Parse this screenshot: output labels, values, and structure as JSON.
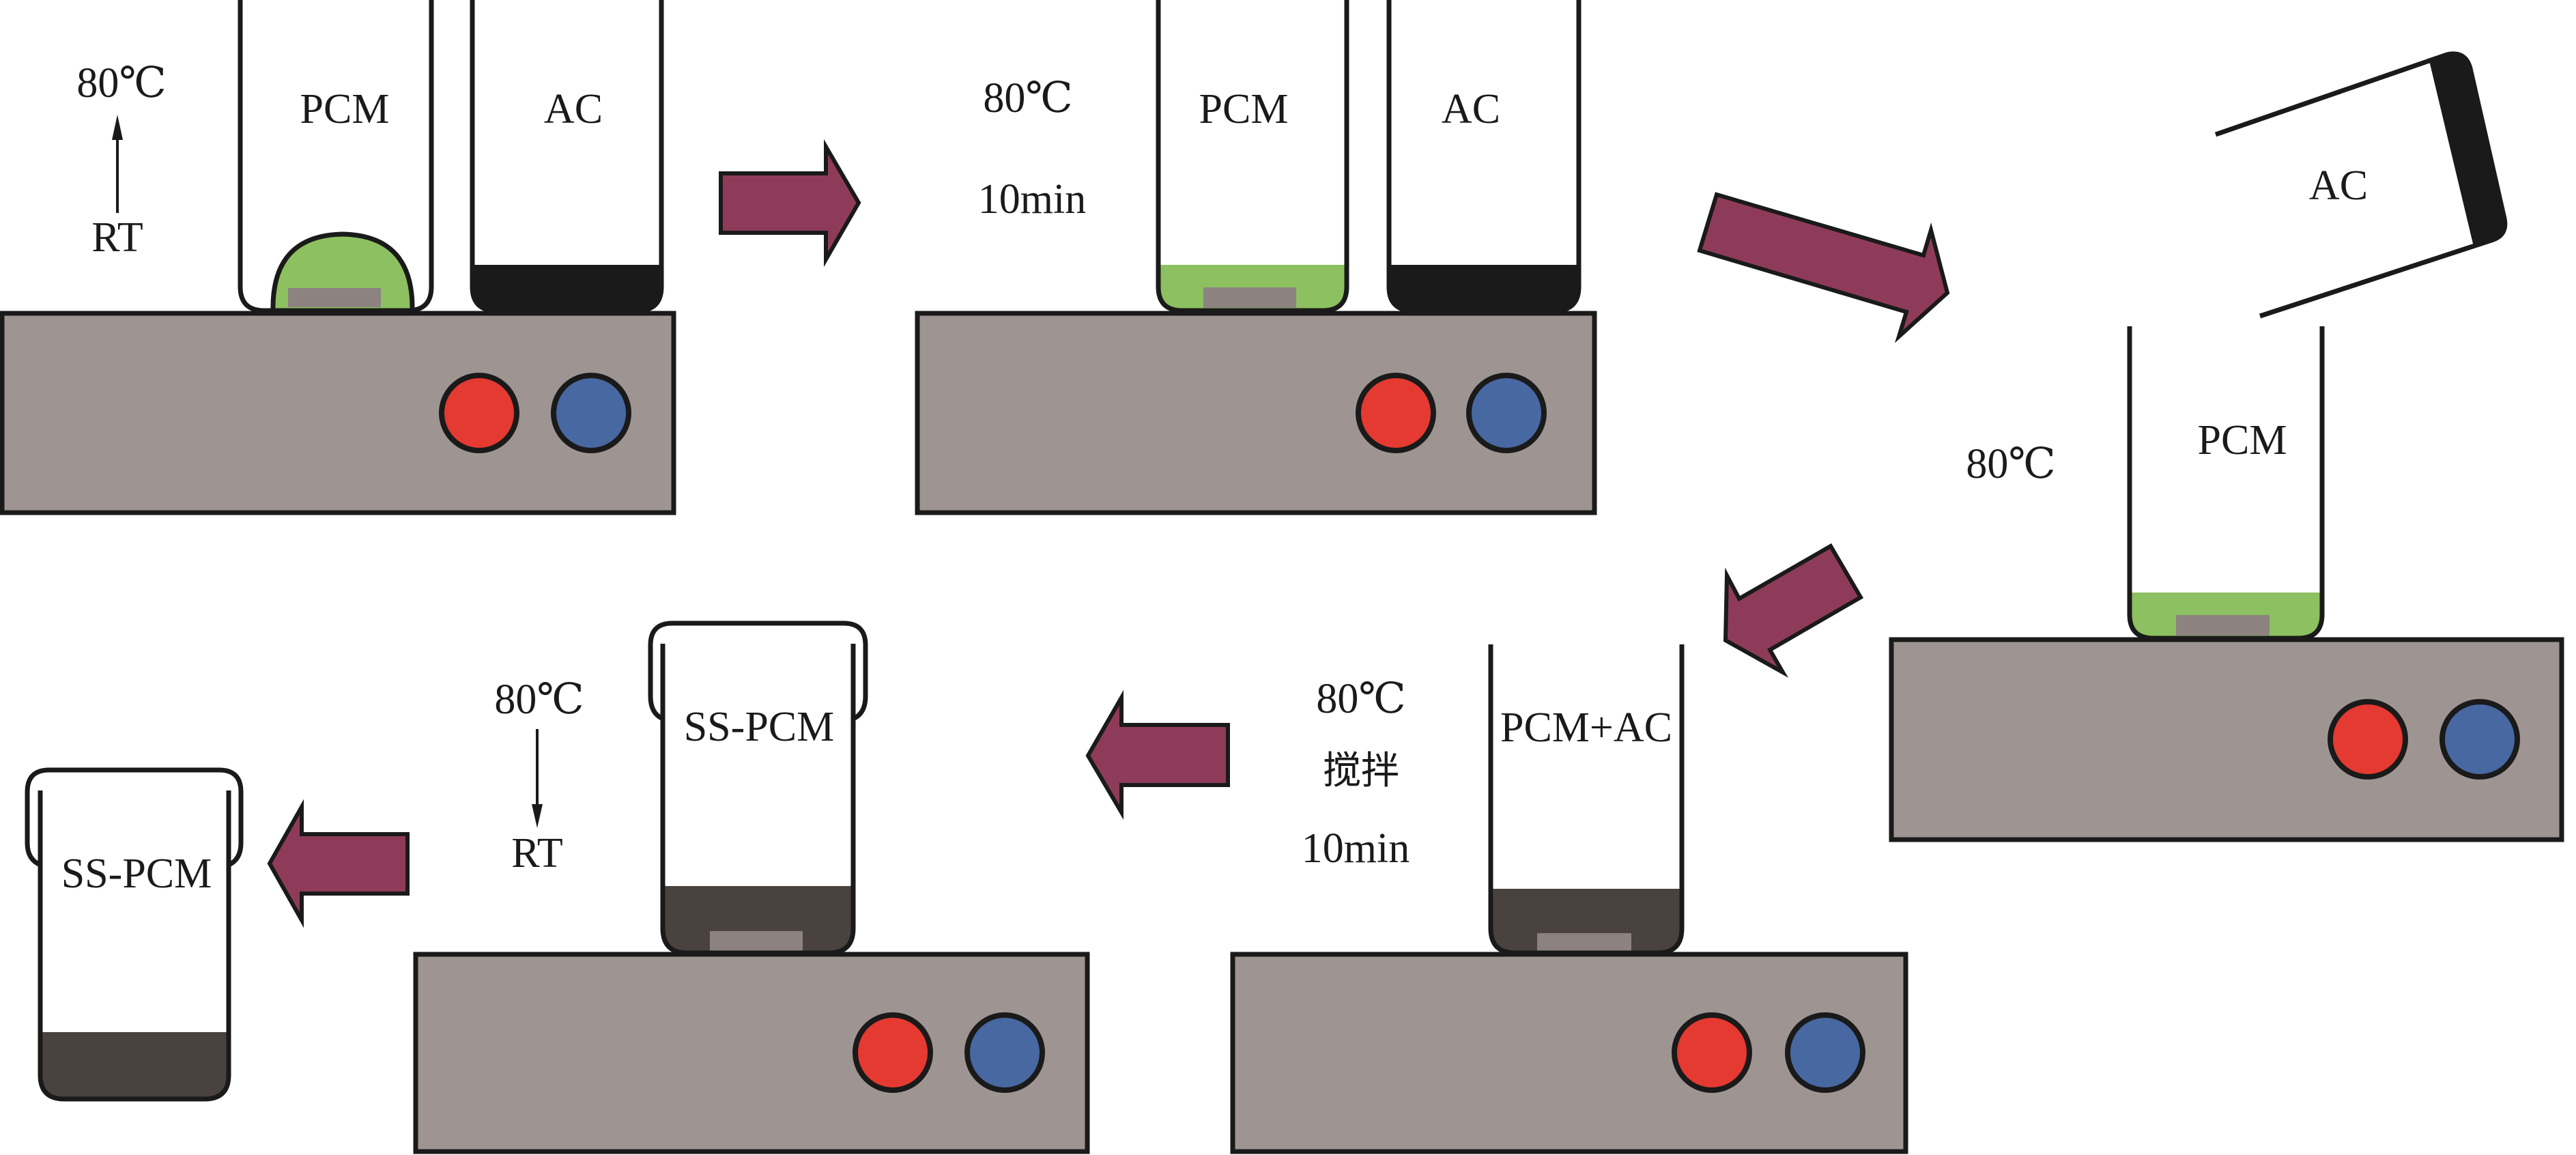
{
  "figure": {
    "title": "SS-PCM preparation process schematic"
  },
  "colors": {
    "hotplate": "#9e9592",
    "stroke": "#1a1a1a",
    "knob_hot": "#e53a31",
    "knob_cold": "#4868a2",
    "pcm_green": "#8cc060",
    "ac_black": "#1a1a1a",
    "composite_dark": "#4a423e",
    "stir_bar": "#8c8380",
    "arrow": "#8e3b5a"
  },
  "steps": [
    {
      "id": "step-1-heating",
      "conditions": [
        "80℃",
        "RT"
      ],
      "vessels": [
        "PCM",
        "AC"
      ],
      "note_arrow": "up"
    },
    {
      "id": "step-2-melting",
      "conditions": [
        "80℃",
        "10min"
      ],
      "vessels": [
        "PCM",
        "AC"
      ]
    },
    {
      "id": "step-3-adding-ac",
      "conditions": [
        "80℃"
      ],
      "vessels": [
        "AC",
        "PCM"
      ]
    },
    {
      "id": "step-4-stirring",
      "conditions": [
        "80℃",
        "搅拌",
        "10min"
      ],
      "vessels": [
        "PCM+AC"
      ]
    },
    {
      "id": "step-5-cooling",
      "conditions": [
        "80℃",
        "RT"
      ],
      "vessels": [
        "SS-PCM"
      ],
      "note_arrow": "down"
    },
    {
      "id": "step-6-product",
      "vessels": [
        "SS-PCM"
      ]
    }
  ]
}
